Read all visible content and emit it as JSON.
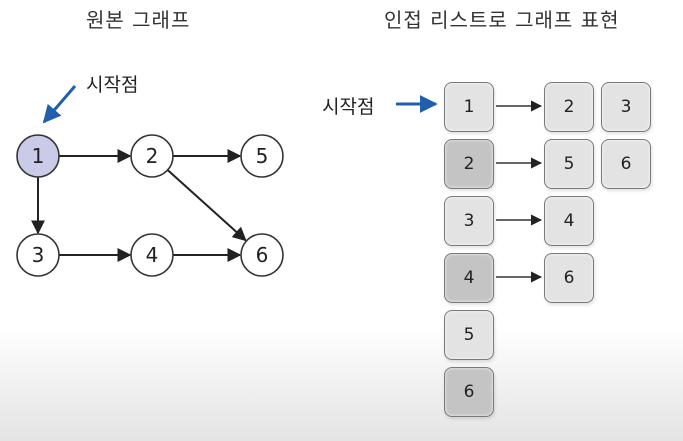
{
  "titles": {
    "original": "원본 그래프",
    "adjacency": "인접 리스트로 그래프 표현"
  },
  "start_label": "시작점",
  "graph": {
    "start_node": "1",
    "nodes": [
      "1",
      "2",
      "3",
      "4",
      "5",
      "6"
    ],
    "edges": [
      {
        "from": "1",
        "to": "2"
      },
      {
        "from": "1",
        "to": "3"
      },
      {
        "from": "2",
        "to": "5"
      },
      {
        "from": "2",
        "to": "6"
      },
      {
        "from": "3",
        "to": "4"
      },
      {
        "from": "4",
        "to": "6"
      }
    ]
  },
  "adjacency_list": [
    {
      "node": "1",
      "neighbors": [
        "2",
        "3"
      ]
    },
    {
      "node": "2",
      "neighbors": [
        "5",
        "6"
      ]
    },
    {
      "node": "3",
      "neighbors": [
        "4"
      ]
    },
    {
      "node": "4",
      "neighbors": [
        "6"
      ]
    },
    {
      "node": "5",
      "neighbors": []
    },
    {
      "node": "6",
      "neighbors": []
    }
  ],
  "colors": {
    "start_node_fill": "#c9cbe8",
    "start_arrow": "#1f5fae",
    "edge": "#222222",
    "cell_light": "#e3e3e3",
    "cell_dark": "#c4c4c4"
  }
}
